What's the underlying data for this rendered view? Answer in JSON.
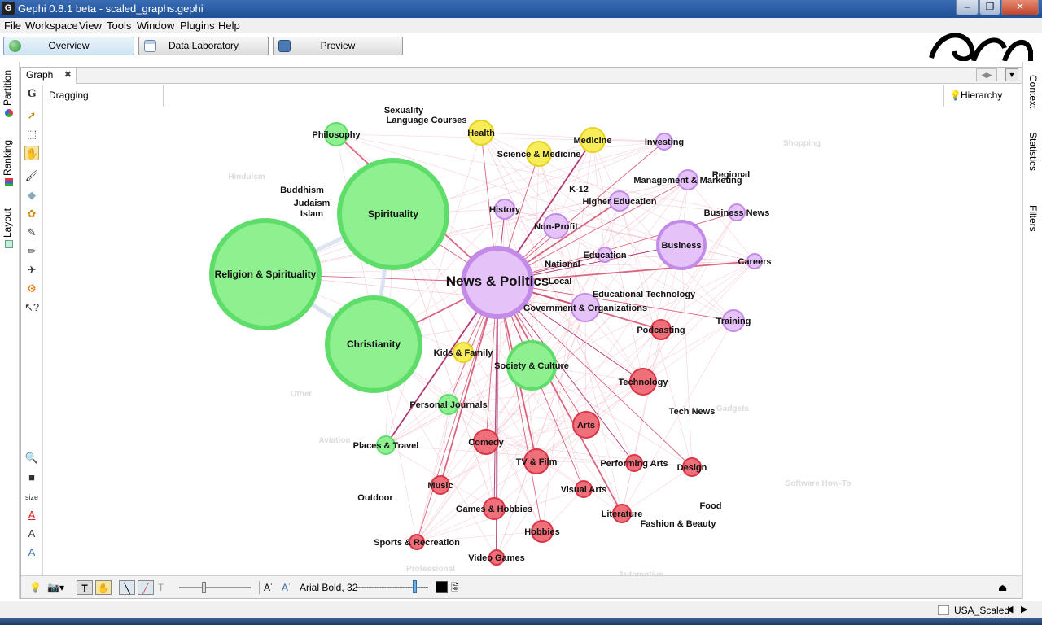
{
  "window": {
    "title": "Gephi 0.8.1 beta - scaled_graphs.gephi",
    "app_icon": "gephi-icon"
  },
  "menu": [
    "File",
    "Workspace",
    "View",
    "Tools",
    "Window",
    "Plugins",
    "Help"
  ],
  "toolbar": {
    "overview": "Overview",
    "data_laboratory": "Data Laboratory",
    "preview": "Preview"
  },
  "left_tabs": [
    "Partition",
    "Ranking",
    "Layout"
  ],
  "right_tabs": [
    "Context",
    "Statistics",
    "Filters"
  ],
  "graph_tab": {
    "label": "Graph",
    "mode": "Dragging",
    "hierarchy": "Hierarchy",
    "size_label": "size"
  },
  "bottom_bar": {
    "font": "Arial Bold, 32"
  },
  "footer": {
    "workspace": "USA_Scaled"
  },
  "colors": {
    "green": "#8ef08e",
    "green_stroke": "#5fdd6b",
    "purple": "#e5c2f7",
    "purple_stroke": "#c48ae8",
    "yellow": "#f7ec59",
    "yellow_stroke": "#e6d21f",
    "red": "#ef6f7a",
    "red_stroke": "#d93646"
  },
  "graph": {
    "nodes": [
      {
        "label": "News & Politics",
        "color": "purple",
        "hub": true
      },
      {
        "label": "Religion & Spirituality",
        "color": "green"
      },
      {
        "label": "Spirituality",
        "color": "green"
      },
      {
        "label": "Christianity",
        "color": "green"
      },
      {
        "label": "Business",
        "color": "purple"
      },
      {
        "label": "Society & Culture",
        "color": "green"
      },
      {
        "label": "Government & Organizations",
        "color": "purple"
      },
      {
        "label": "Non-Profit",
        "color": "purple"
      },
      {
        "label": "Technology",
        "color": "red"
      },
      {
        "label": "Philosophy",
        "color": "green"
      },
      {
        "label": "Health",
        "color": "yellow"
      },
      {
        "label": "Science & Medicine",
        "color": "yellow"
      },
      {
        "label": "Medicine",
        "color": "yellow"
      },
      {
        "label": "Investing",
        "color": "purple"
      },
      {
        "label": "Management & Marketing",
        "color": "purple"
      },
      {
        "label": "Higher Education",
        "color": "purple"
      },
      {
        "label": "History",
        "color": "purple"
      },
      {
        "label": "Business News",
        "color": "purple"
      },
      {
        "label": "Careers",
        "color": "purple"
      },
      {
        "label": "Training",
        "color": "purple"
      },
      {
        "label": "Education",
        "color": "purple"
      },
      {
        "label": "Podcasting",
        "color": "red"
      },
      {
        "label": "Kids & Family",
        "color": "yellow"
      },
      {
        "label": "Personal Journals",
        "color": "green"
      },
      {
        "label": "Places & Travel",
        "color": "green"
      },
      {
        "label": "Arts",
        "color": "red"
      },
      {
        "label": "Comedy",
        "color": "red"
      },
      {
        "label": "TV & Film",
        "color": "red"
      },
      {
        "label": "Performing Arts",
        "color": "red"
      },
      {
        "label": "Design",
        "color": "red"
      },
      {
        "label": "Music",
        "color": "red"
      },
      {
        "label": "Visual Arts",
        "color": "red"
      },
      {
        "label": "Games & Hobbies",
        "color": "red"
      },
      {
        "label": "Literature",
        "color": "red"
      },
      {
        "label": "Hobbies",
        "color": "red"
      },
      {
        "label": "Sports & Recreation",
        "color": "red"
      },
      {
        "label": "Video Games",
        "color": "red"
      }
    ],
    "labels": [
      "Sexuality",
      "Language Courses",
      "Buddhism",
      "Judaism",
      "Islam",
      "K-12",
      "Regional",
      "National",
      "Local",
      "Educational Technology",
      "Tech News",
      "Outdoor",
      "Food",
      "Fashion & Beauty",
      "Hinduism",
      "Shopping",
      "Other",
      "Aviation",
      "Gadgets",
      "Software How-To",
      "Professional",
      "Automotive"
    ]
  }
}
